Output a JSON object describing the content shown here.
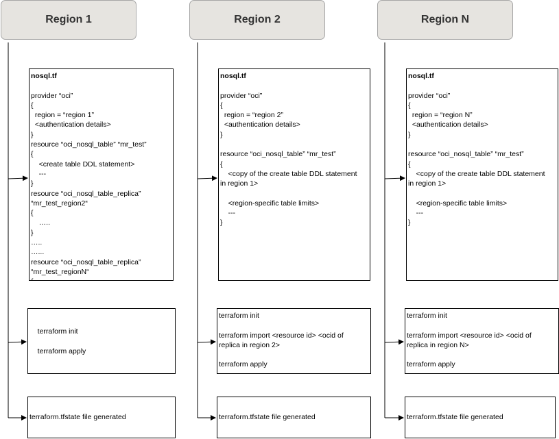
{
  "regions": [
    {
      "header": "Region 1",
      "config_title": "nosql.tf",
      "config_body": "\nprovider “oci”\n{\n  region = “region 1”\n  <authentication details>\n}\nresource “oci_nosql_table” “mr_test”\n{\n    <create table DDL statement>\n    ---\n}\nresource “oci_nosql_table_replica”\n“mr_test_region2“\n{\n    …..\n}\n…..\n…...\nresource “oci_nosql_table_replica”\n“mr_test_regionN“\n{\n    …….\n}",
      "commands": "\n    terraform init\n\n    terraform apply",
      "state": "terraform.tfstate file generated"
    },
    {
      "header": "Region 2",
      "config_title": "nosql.tf",
      "config_body": "\nprovider “oci”\n{\n  region = “region 2”\n  <authentication details>\n}\n\nresource “oci_nosql_table” “mr_test”\n{\n    <copy of the create table DDL statement\nin region 1>\n\n    <region-specific table limits>\n    ---\n}",
      "commands": "terraform init\n\nterraform import <resource id> <ocid of\nreplica in region 2>\n\nterraform apply",
      "state": "terraform.tfstate file generated"
    },
    {
      "header": "Region N",
      "config_title": "nosql.tf",
      "config_body": "\nprovider “oci”\n{\n  region = “region N”\n  <authentication details>\n}\n\nresource “oci_nosql_table” “mr_test”\n{\n    <copy of the create table DDL statement\nin region 1>\n\n    <region-specific table limits>\n    ---\n}",
      "commands": "terraform init\n\nterraform import <resource id> <ocid of\nreplica in region N>\n\nterraform apply",
      "state": "terraform.tfstate file generated"
    }
  ]
}
